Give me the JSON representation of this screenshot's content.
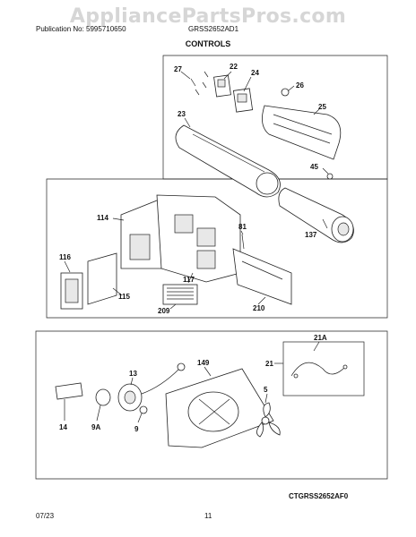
{
  "watermark": "AppliancePartsPros.com",
  "header": {
    "publication": "Publication No: 5995710650",
    "model": "GRSS2652AD1"
  },
  "title": "CONTROLS",
  "footer": {
    "diagram_code": "CTGRSS2652AF0",
    "date": "07/23",
    "page": "11"
  },
  "callouts": {
    "c27": "27",
    "c22": "22",
    "c24": "24",
    "c26": "26",
    "c25": "25",
    "c23": "23",
    "c45": "45",
    "c137": "137",
    "c114": "114",
    "c81": "81",
    "c116": "116",
    "c115": "115",
    "c117": "117",
    "c209": "209",
    "c210": "210",
    "c21A": "21A",
    "c21": "21",
    "c13": "13",
    "c149": "149",
    "c14": "14",
    "c9A": "9A",
    "c9": "9",
    "c5": "5"
  }
}
